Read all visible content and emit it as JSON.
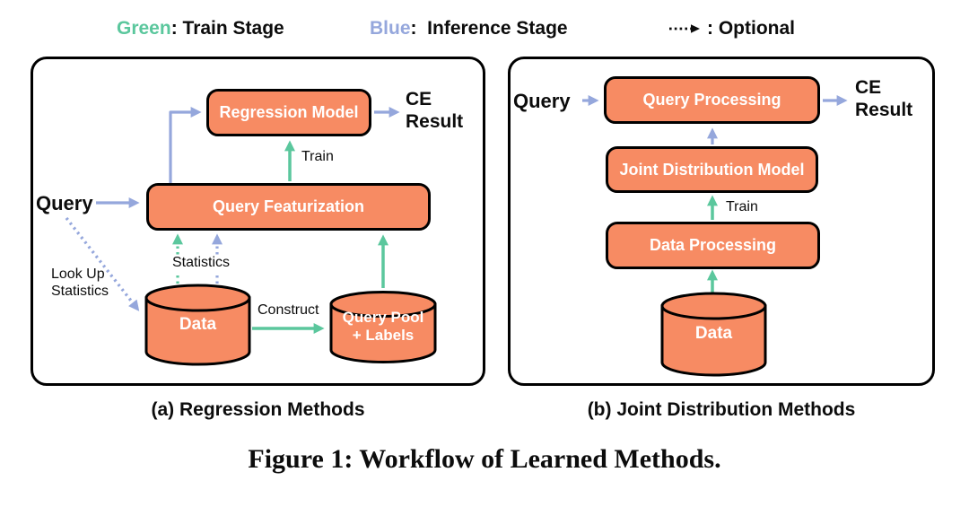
{
  "colors": {
    "orange": "#F78B63",
    "green": "#5BC79D",
    "blue": "#95A7DC"
  },
  "legend": {
    "train": {
      "keyword": "Green",
      "rest": ": Train Stage"
    },
    "inference": {
      "keyword": "Blue",
      "rest": ":  Inference Stage"
    },
    "optional": {
      "icon": "dotted-arrow",
      "rest": ": Optional"
    }
  },
  "panels": {
    "a": {
      "caption": "(a) Regression Methods",
      "query_label": "Query",
      "ce_result": "CE\nResult",
      "regression_model": "Regression Model",
      "query_featurization": "Query Featurization",
      "data_cylinder": "Data",
      "query_pool_cylinder": "Query Pool\n+ Labels",
      "train_label": "Train",
      "statistics_label": "Statistics",
      "look_up_label": "Look Up\nStatistics",
      "construct_label": "Construct"
    },
    "b": {
      "caption": "(b) Joint Distribution Methods",
      "query_label": "Query",
      "ce_result": "CE\nResult",
      "query_processing": "Query Processing",
      "joint_distribution_model": "Joint Distribution Model",
      "data_processing": "Data Processing",
      "data_cylinder": "Data",
      "train_label": "Train"
    }
  },
  "figure_caption": "Figure 1: Workflow of Learned Methods."
}
